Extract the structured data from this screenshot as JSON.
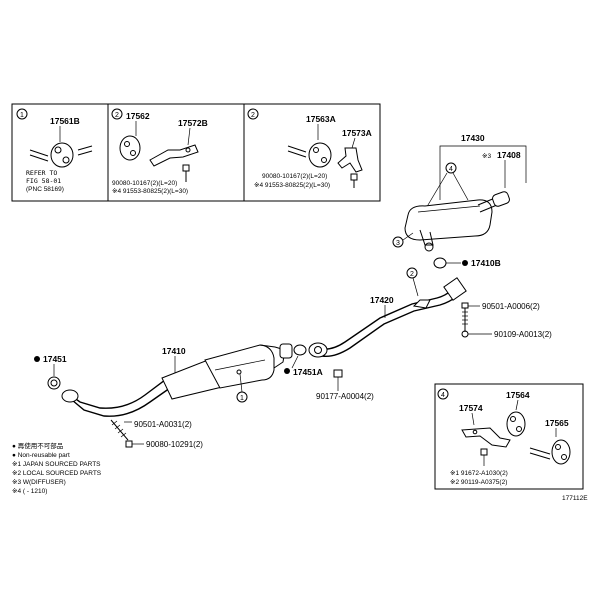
{
  "diagram_id": "177112E",
  "boxes": {
    "box1": {
      "num": "1",
      "part": "17561B",
      "refer_line1": "REFER TO",
      "refer_line2": "FIG 58-01",
      "refer_line3": "(PNC 58169)"
    },
    "box2": {
      "num": "2",
      "part_a": "17562",
      "part_b": "17572B",
      "spec_line1": "90080-10167(2)(L=20)",
      "spec_line2": "※4 91553-80825(2)(L=30)"
    },
    "box3": {
      "num": "2",
      "part_a": "17563A",
      "part_b": "17573A",
      "spec_line1": "90080-10167(2)(L=20)",
      "spec_line2": "※4 91553-80825(2)(L=30)"
    },
    "box4": {
      "num": "4",
      "part_a": "17564",
      "part_b": "17574",
      "part_c": "17565",
      "spec_line1": "※1 91672-A1030(2)",
      "spec_line2": "※2 90119-A0375(2)"
    }
  },
  "muffler": {
    "part": "17430",
    "tail": "17408",
    "tail_prefix": "※3",
    "callout_a": "4",
    "callout_b": "3"
  },
  "parts": {
    "p17410B": "17410B",
    "p17420": "17420",
    "p17410": "17410",
    "p17451": "17451",
    "p17451A": "17451A",
    "bolt_a": "90501-A0006(2)",
    "bolt_b": "90109-A0013(2)",
    "nut_a": "90177-A0004(2)",
    "bolt_c": "90501-A0031(2)",
    "bolt_d": "90080-10291(2)",
    "callout_1": "1",
    "callout_2": "2"
  },
  "legend": {
    "line1": "● 再使用不可部品",
    "line2": "● Non-reusable part",
    "line3": "※1 JAPAN SOURCED PARTS",
    "line4": "※2 LOCAL SOURCED PARTS",
    "line5": "※3 W(DIFFUSER)",
    "line6": "※4 (    -  1210)"
  }
}
